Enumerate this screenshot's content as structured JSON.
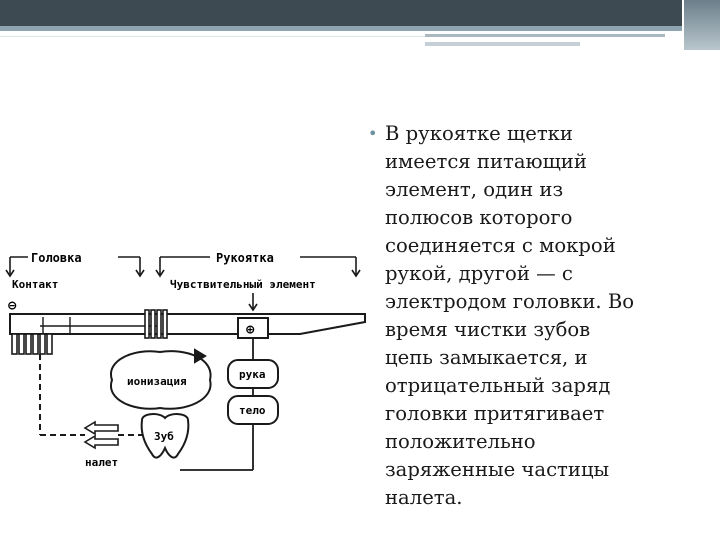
{
  "slide": {
    "bullet_text": "В рукоятке щетки\nимеется питающий\nэлемент, один из\nполюсов которого\nсоединяется с мокрой\nрукой, другой — с\nэлектродом головки. Во\nвремя чистки зубов\nцепь замыкается, и\nотрицательный заряд\nголовки притягивает\nположительно\nзаряженные частицы\nналета."
  },
  "diagram": {
    "label_head": "Головка",
    "label_handle": "Рукоятка",
    "label_contact": "Контакт",
    "label_sensor": "Чувствительный элемент",
    "label_minus": "⊖",
    "label_plus": "⊕",
    "label_ionization": "ионизация",
    "label_hand": "рука",
    "label_body": "тело",
    "label_tooth": "Зуб",
    "label_plaque": "налет"
  },
  "colors": {
    "topbar": "#3d4a52",
    "accent": "#8ea4b0",
    "bullet": "#6d8fa0"
  }
}
